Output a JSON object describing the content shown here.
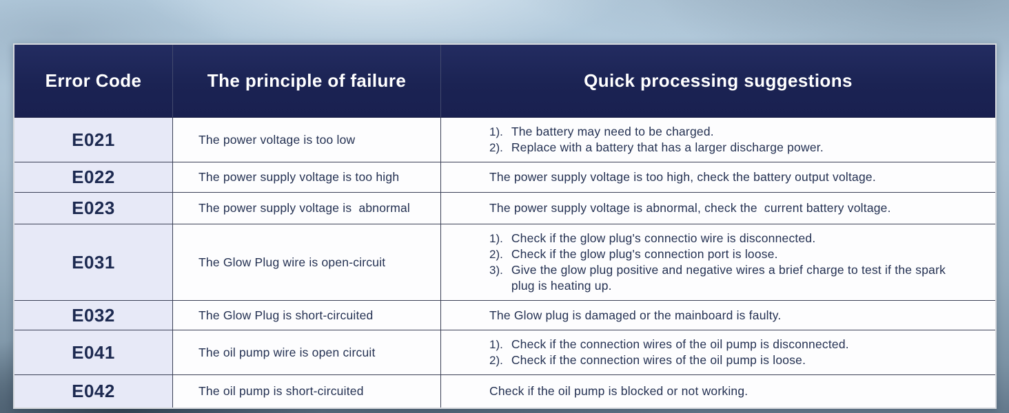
{
  "colors": {
    "header_bg": "#1b2353",
    "header_text": "#ffffff",
    "code_cell_bg": "#e7e9f7",
    "body_cell_bg": "#fdfdfe",
    "body_text": "#243152",
    "divider": "#3a3f55",
    "outer_border": "#d7dade"
  },
  "table": {
    "headers": [
      "Error Code",
      "The principle of failure",
      "Quick processing suggestions"
    ],
    "rows": [
      {
        "code": "E021",
        "principle": "The power voltage is too low",
        "suggestions": [
          {
            "num": "1).",
            "text": "The battery may need to be charged."
          },
          {
            "num": "2).",
            "text": "Replace with a battery that has a larger discharge power."
          }
        ]
      },
      {
        "code": "E022",
        "principle": "The power supply voltage is too high",
        "suggestions": [
          {
            "num": "",
            "text": "The power supply voltage is too high, check the battery output voltage."
          }
        ]
      },
      {
        "code": "E023",
        "principle": "The power supply voltage is  abnormal",
        "suggestions": [
          {
            "num": "",
            "text": "The power supply voltage is abnormal, check the  current battery voltage."
          }
        ]
      },
      {
        "code": "E031",
        "principle": "The Glow Plug wire is open-circuit",
        "suggestions": [
          {
            "num": "1).",
            "text": "Check if the glow plug's connectio wire is disconnected."
          },
          {
            "num": "2).",
            "text": "Check if the glow plug's connection port is loose."
          },
          {
            "num": "3).",
            "text": "Give the glow plug positive and negative wires a brief charge to test if the spark plug is heating up."
          }
        ]
      },
      {
        "code": "E032",
        "principle": "The Glow Plug is short-circuited",
        "suggestions": [
          {
            "num": "",
            "text": "The Glow plug is damaged or the mainboard is faulty."
          }
        ]
      },
      {
        "code": "E041",
        "principle": "The oil pump wire is open circuit",
        "suggestions": [
          {
            "num": "1).",
            "text": "Check if the connection wires of the oil pump is disconnected."
          },
          {
            "num": "2).",
            "text": "Check if the connection wires of the oil pump is loose."
          }
        ]
      },
      {
        "code": "E042",
        "principle": "The oil pump is short-circuited",
        "suggestions": [
          {
            "num": "",
            "text": "Check if the oil pump is blocked or not working."
          }
        ]
      }
    ]
  }
}
